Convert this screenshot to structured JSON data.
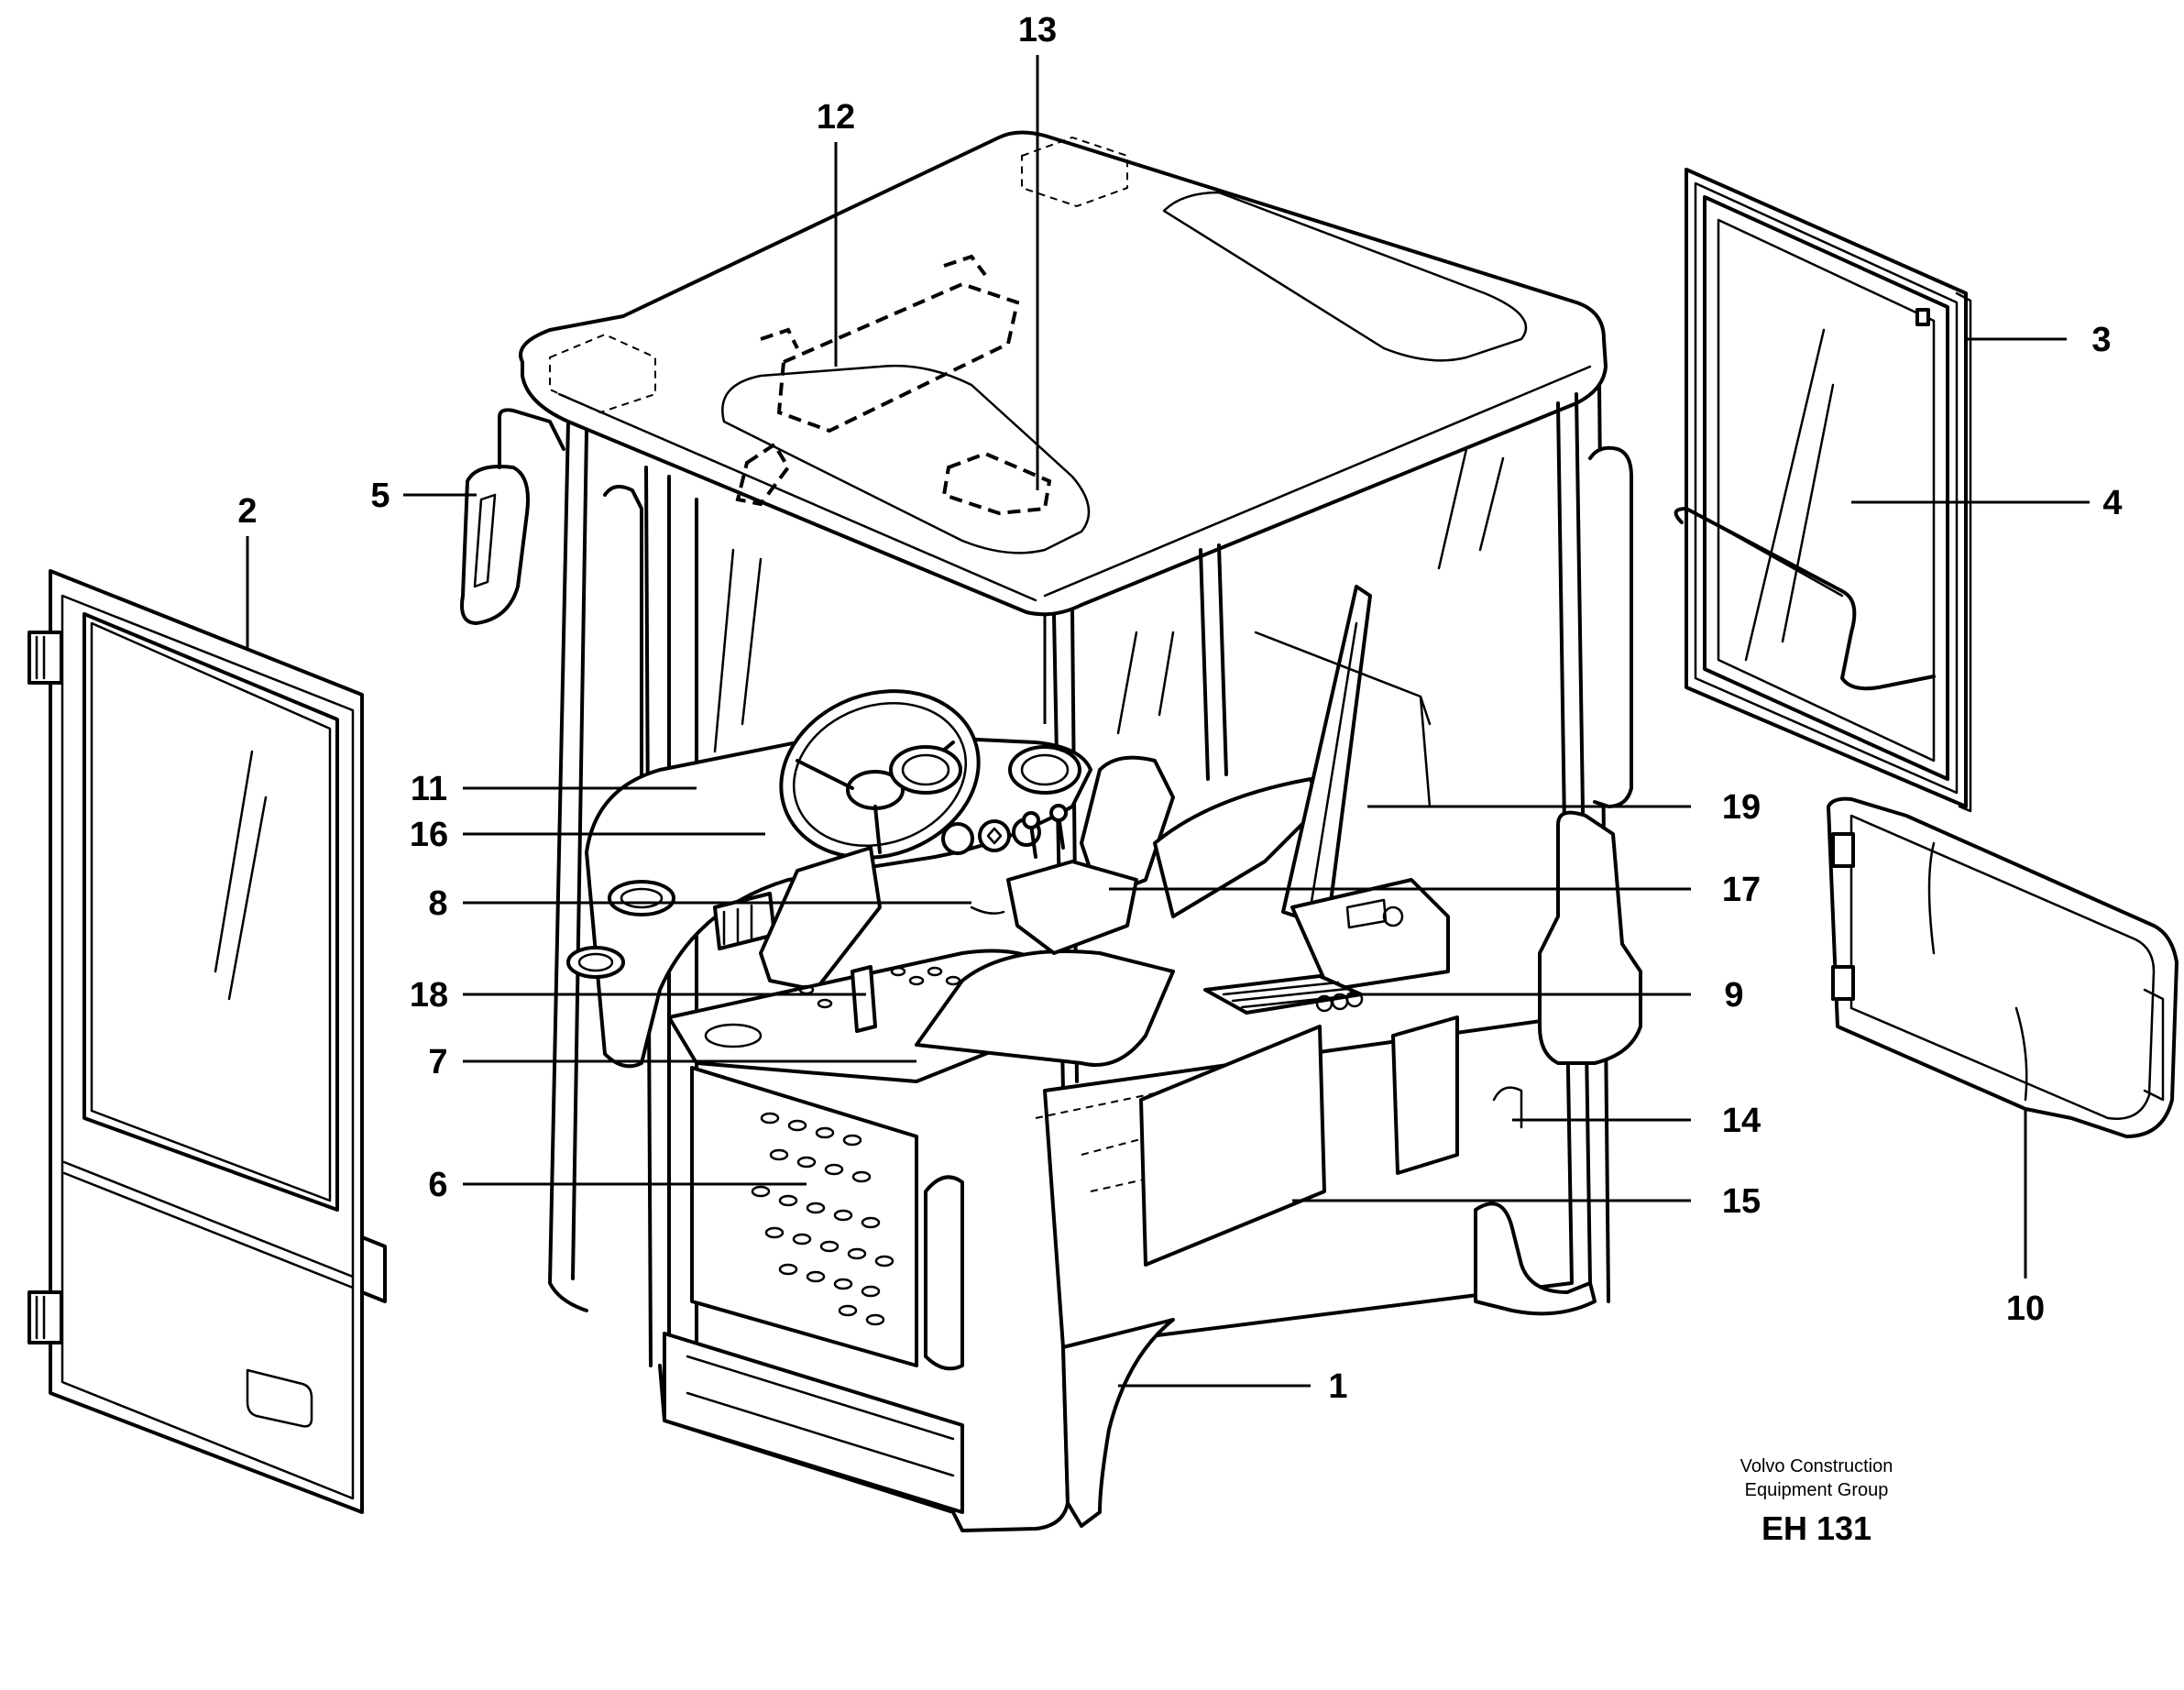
{
  "callouts": {
    "c1": "1",
    "c2": "2",
    "c3": "3",
    "c4": "4",
    "c5": "5",
    "c6": "6",
    "c7": "7",
    "c8": "8",
    "c9": "9",
    "c10": "10",
    "c11": "11",
    "c12": "12",
    "c13": "13",
    "c14": "14",
    "c15": "15",
    "c16": "16",
    "c17": "17",
    "c18": "18",
    "c19": "19"
  },
  "credit": {
    "line1": "Volvo Construction",
    "line2": "Equipment Group",
    "code": "EH 131"
  }
}
